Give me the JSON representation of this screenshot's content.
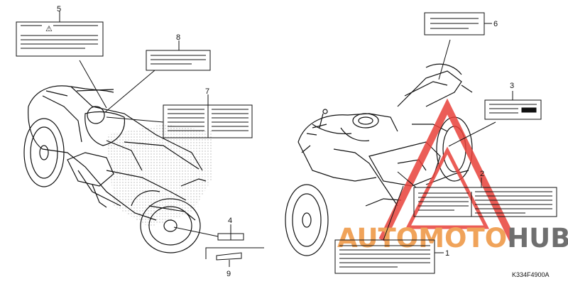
{
  "callouts": {
    "c1": "1",
    "c2": "2",
    "c3": "3",
    "c4": "4",
    "c5": "5",
    "c6": "6",
    "c7": "7",
    "c8": "8",
    "c9": "9"
  },
  "diagram_code": "K334F4900A",
  "watermark": {
    "part1": "AUTO",
    "part2": "MOTO",
    "part3": "HUB",
    "color_red": "#e8413a",
    "color_orange": "#f0a35a",
    "color_gray": "#6f6f6f"
  },
  "warning_glyph": "⚠"
}
